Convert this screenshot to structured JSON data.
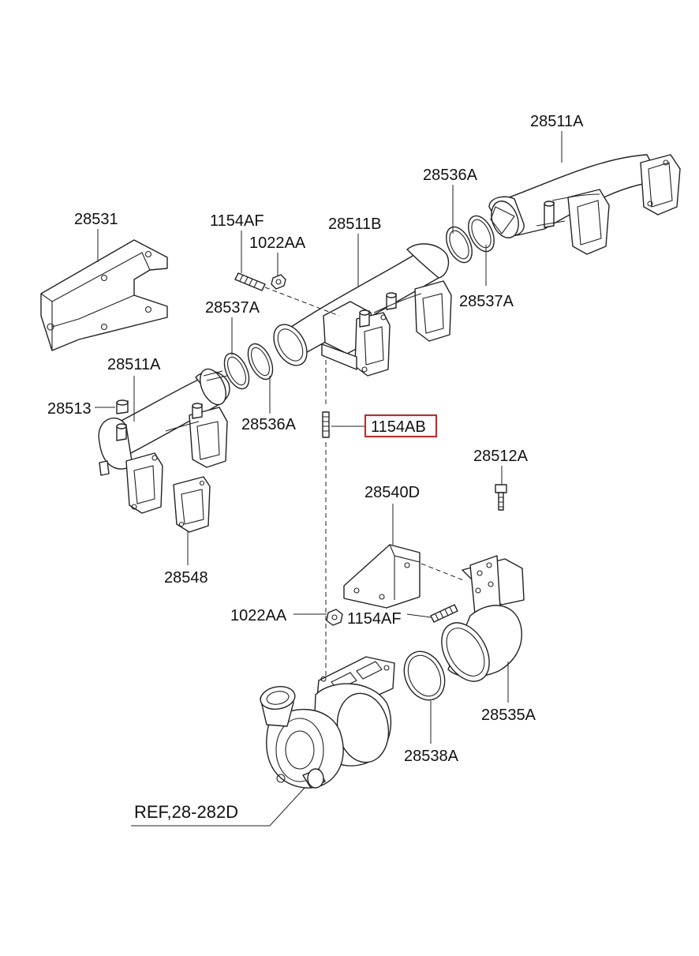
{
  "labels": {
    "manifold_rear": "28511A",
    "ring_rear": "28536A",
    "seal_rear": "28537A",
    "manifold_center": "28511B",
    "stud_top": "1154AF",
    "nut_top": "1022AA",
    "heat_shield": "28531",
    "seal_front": "28537A",
    "manifold_front": "28511A",
    "plug": "28513",
    "ring_front": "28536A",
    "stud_highlighted": "1154AB",
    "gasket": "28548",
    "bolt": "28512A",
    "bracket": "28540D",
    "nut_bottom": "1022AA",
    "stud_bottom": "1154AF",
    "elbow_pipe": "28535A",
    "ring_turbo": "28538A",
    "turbo_ref": "REF,28-282D"
  },
  "colors": {
    "line": "#222222",
    "highlight": "#e02020"
  }
}
